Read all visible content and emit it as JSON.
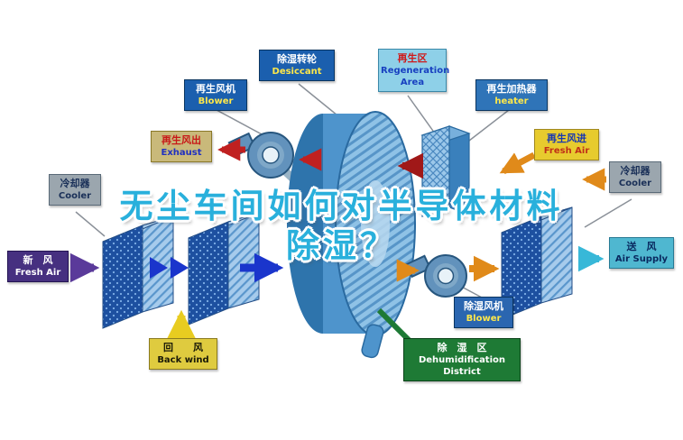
{
  "title": {
    "line1": "无尘车间如何对半导体材料",
    "line2": "除湿？"
  },
  "labels": {
    "desiccant": {
      "cn": "除湿转轮",
      "en": "Desiccant"
    },
    "regeneration_area": {
      "cn": "再生区",
      "en": "Regeneration Area"
    },
    "regen_blower": {
      "cn": "再生风机",
      "en": "Blower"
    },
    "regen_heater": {
      "cn": "再生加热器",
      "en": "heater"
    },
    "exhaust": {
      "cn": "再生风出",
      "en": "Exhaust"
    },
    "regen_fresh_air": {
      "cn": "再生风进",
      "en": "Fresh Air"
    },
    "cooler_left": {
      "cn": "冷却器",
      "en": "Cooler"
    },
    "cooler_right": {
      "cn": "冷却器",
      "en": "Cooler"
    },
    "fresh_air": {
      "cn": "新　风",
      "en": "Fresh Air"
    },
    "back_wind": {
      "cn": "回　　风",
      "en": "Back wind"
    },
    "dehumid_blower": {
      "cn": "除湿风机",
      "en": "Blower"
    },
    "air_supply": {
      "cn": "送　风",
      "en": "Air Supply"
    },
    "dehumid_district": {
      "cn": "除　湿　区",
      "en1": "Dehumidification",
      "en2": "District"
    }
  },
  "colors": {
    "title": "#29b0dc",
    "wheel_blue": "#4e94cc",
    "arrow_red": "#c02020",
    "arrow_dark_red": "#a01818",
    "arrow_orange": "#e08a1a",
    "arrow_blue": "#1a35cc",
    "arrow_purple": "#5a3a9a",
    "arrow_yellow": "#e8cc20",
    "arrow_cyan": "#38b8d8",
    "line_green": "#1e7a35"
  }
}
